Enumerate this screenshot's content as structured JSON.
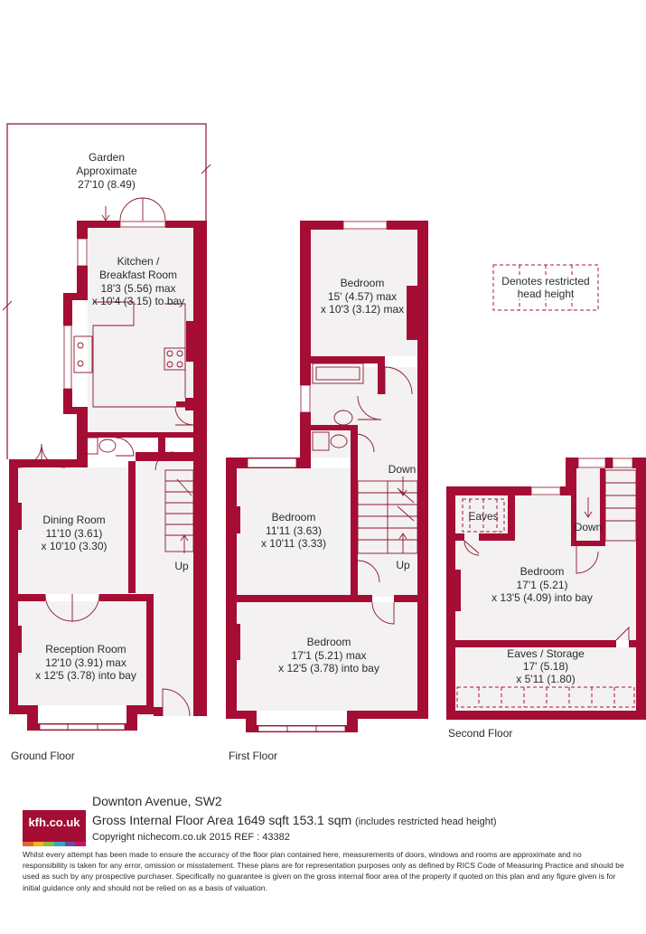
{
  "garden": {
    "label": "Garden",
    "approx": "Approximate",
    "dims": "27'10 (8.49)"
  },
  "ground_floor": {
    "label": "Ground Floor",
    "kitchen": {
      "name1": "Kitchen /",
      "name2": "Breakfast Room",
      "dim1": "18'3 (5.56) max",
      "dim2": "x 10'4 (3.15) to bay"
    },
    "dining": {
      "name": "Dining Room",
      "dim1": "11'10 (3.61)",
      "dim2": "x 10'10 (3.30)"
    },
    "reception": {
      "name": "Reception Room",
      "dim1": "12'10 (3.91) max",
      "dim2": "x 12'5 (3.78) into bay"
    },
    "stairs_label": "Up"
  },
  "first_floor": {
    "label": "First Floor",
    "bedroom_rear": {
      "name": "Bedroom",
      "dim1": "15' (4.57) max",
      "dim2": "x 10'3 (3.12) max"
    },
    "bedroom_middle": {
      "name": "Bedroom",
      "dim1": "11'11 (3.63)",
      "dim2": "x 10'11 (3.33)"
    },
    "bedroom_front": {
      "name": "Bedroom",
      "dim1": "17'1 (5.21) max",
      "dim2": "x 12'5 (3.78) into bay"
    },
    "down_label": "Down",
    "up_label": "Up"
  },
  "second_floor": {
    "label": "Second Floor",
    "eaves": "Eaves",
    "down_label": "Down",
    "bedroom": {
      "name": "Bedroom",
      "dim1": "17'1 (5.21)",
      "dim2": "x 13'5 (4.09) into bay"
    },
    "storage": {
      "name": "Eaves / Storage",
      "dim1": "17' (5.18)",
      "dim2": "x 5'11 (1.80)"
    }
  },
  "legend": {
    "line1": "Denotes restricted",
    "line2": "head height"
  },
  "footer": {
    "logo": "kfh.co.uk",
    "logo_colors": [
      "#e4682a",
      "#f5b21b",
      "#8fb83f",
      "#3aa3c7",
      "#6d4b9b",
      "#c2185b"
    ],
    "address": "Downton Avenue, SW2",
    "area": "Gross Internal Floor Area 1649 sqft 153.1 sqm",
    "area_note": "(includes restricted head height)",
    "copyright": "Copyright nichecom.co.uk 2015 REF : 43382",
    "disclaimer": "Whilst every attempt has been made to ensure the accuracy of the floor plan contained here, measurements of doors, windows and rooms are approximate and no responsibility is taken for any error, omission or misstatement. These plans are for representation purposes only as defined by RICS Code of Measuring Practice and should be used as such by any prospective purchaser.  Specifically no guarantee is given on the gross internal floor area of the property if quoted on this plan and any figure given is for initial guidance only and should not be relied on as a basis of valuation."
  },
  "colors": {
    "wall": "#a50d34",
    "floor": "#f3f1f1"
  }
}
